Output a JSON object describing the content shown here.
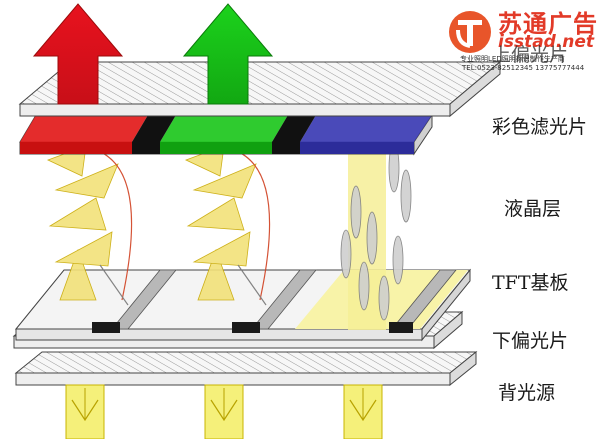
{
  "watermark": {
    "brand": "苏通广告",
    "site": "isstad.net",
    "slogan": "专业照明LED照明标识制作生产商",
    "tel": "TEL:0523-82512345  13775777444",
    "logo_color": "#e8552a"
  },
  "layers": {
    "top_polarizer": "上偏光片",
    "color_filter": "彩色滤光片",
    "liquid_crystal": "液晶层",
    "tft_substrate": "TFT基板",
    "bottom_polarizer": "下偏光片",
    "backlight": "背光源"
  },
  "colors": {
    "red": "#e31b1b",
    "green": "#1ec81e",
    "blue": "#3c3cb4",
    "light": "#f5f088",
    "light_stroke": "#c8b400",
    "plate": "#f2f2f2"
  }
}
